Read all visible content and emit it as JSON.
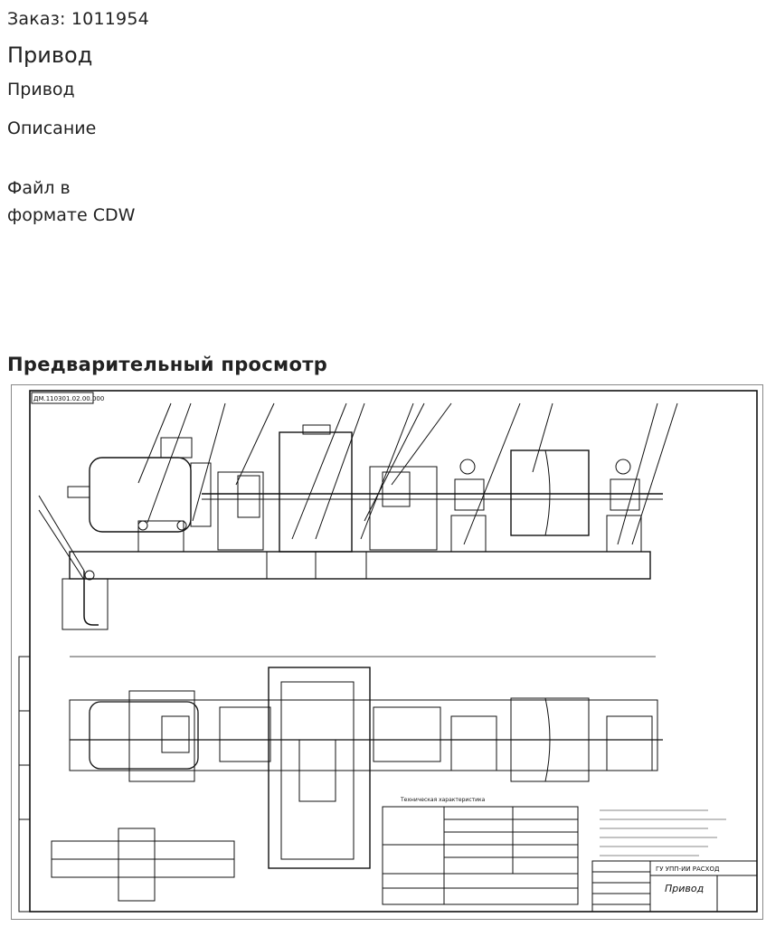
{
  "order": {
    "text": "Заказ: 1011954"
  },
  "product": {
    "title": "Привод",
    "subtitle": "Привод",
    "description_label": "Описание",
    "file_format_line1": "Файл в",
    "file_format_line2": "формате CDW"
  },
  "preview": {
    "heading": "Предварительный просмотр",
    "drawing": {
      "stamp_code": "ДМ.110301.02.00.000",
      "title_block_name": "Привод",
      "title_block_org": "ГУ УПП-ИИ РАСХОД",
      "tech_notes_title": "Техническая характеристика"
    }
  },
  "colors": {
    "text": "#222222",
    "line": "#111111",
    "frame": "#888888"
  }
}
